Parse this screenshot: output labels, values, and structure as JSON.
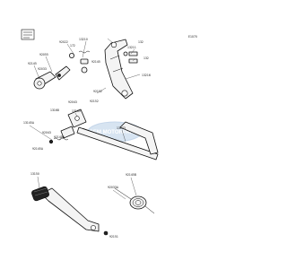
{
  "page_code": "E1070",
  "watermark": "OEM MOTORPARTS",
  "labels": [
    "92022",
    "13210",
    "92055",
    "92145",
    "92033",
    "172",
    "92145",
    "132",
    "13211",
    "132",
    "92152",
    "13216",
    "92152",
    "92043",
    "13168",
    "13169",
    "13173",
    "13145A",
    "92043",
    "92145A",
    "92145A",
    "92145B",
    "92033A",
    "13150",
    "92151"
  ]
}
